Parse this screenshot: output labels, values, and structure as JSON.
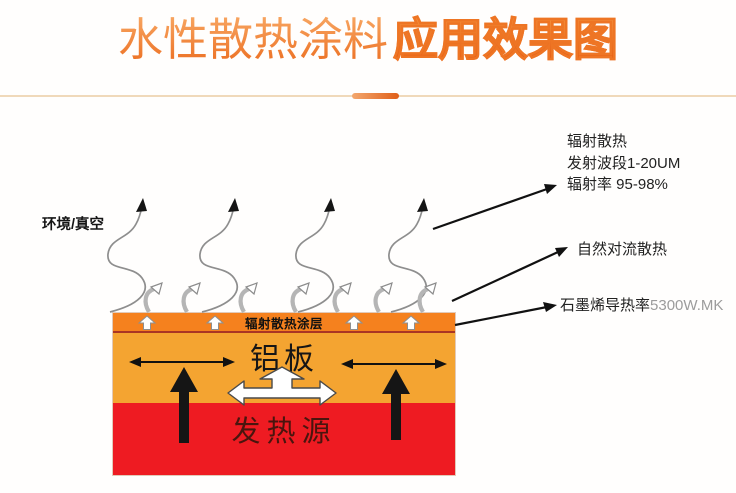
{
  "title": {
    "regular": "水性散热涂料",
    "bold": "应用效果图"
  },
  "colors": {
    "title_orange": "#ea6114",
    "divider_line": "#f0d9ba",
    "divider_accent": "#e05f18",
    "coating_layer": "#f5811e",
    "aluminum_layer": "#f4a431",
    "heat_source_layer": "#ee1b22",
    "graphene_value_gray": "#9c9c9c"
  },
  "diagram": {
    "environment_label": "环境/真空",
    "layers": {
      "coating_label": "辐射散热涂层",
      "aluminum_label": "铝板",
      "heat_source_label": "发热源"
    },
    "callouts": {
      "radiation_line1": "辐射散热",
      "radiation_line2": "发射波段1-20UM",
      "radiation_line3": "辐射率 95-98%",
      "convection": "自然对流散热",
      "graphene_label": "石墨烯导热率",
      "graphene_value": "5300W.MK"
    }
  },
  "icons": {
    "radiation_icon": "squiggle-up-arrow",
    "convection_icon": "curl-up-arrow",
    "coating_emit_icon": "white-block-up-arrow",
    "lateral_spread_icon": "double-headed-arrow",
    "heat_flow_icon": "thick-black-up-arrow",
    "tri_spread_icon": "three-way-white-arrow",
    "callout_pointer_icon": "black-leader-arrow"
  }
}
